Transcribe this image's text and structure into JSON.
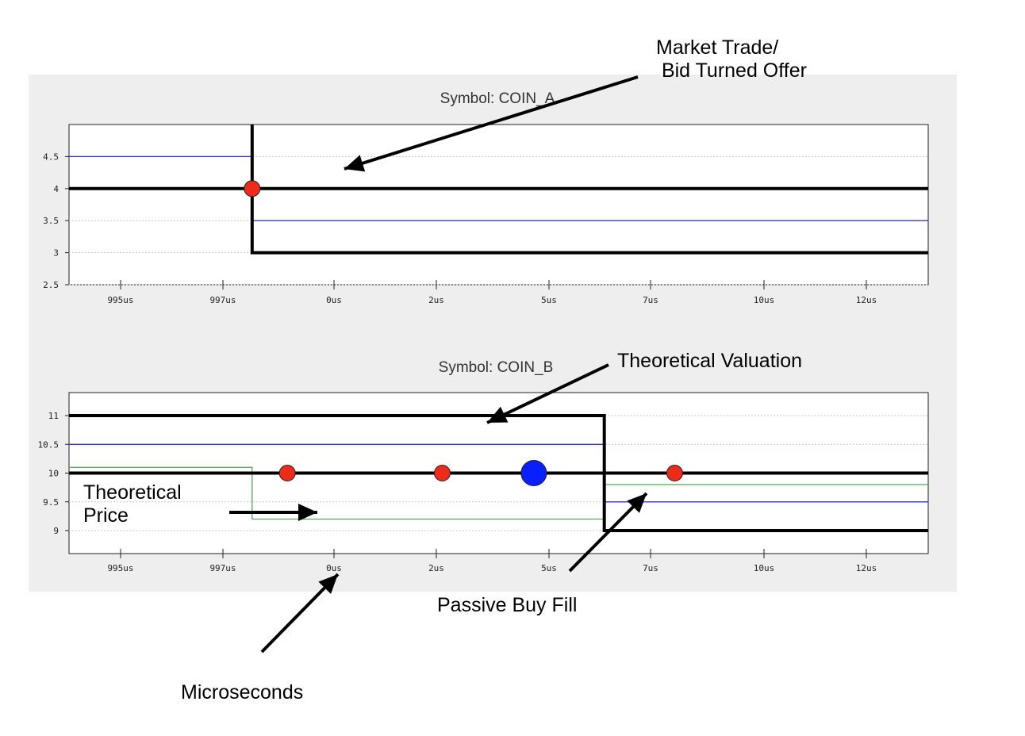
{
  "annotations": {
    "market_trade": "Market Trade/\n Bid Turned Offer",
    "theoretical_valuation": "Theoretical Valuation",
    "theoretical_price": "Theoretical\nPrice",
    "passive_buy_fill": "Passive Buy Fill",
    "microseconds": "Microseconds"
  },
  "colors": {
    "valuation": "#000000",
    "price": "#3333dd",
    "theo_price": "#55aa55",
    "trade_marker": "#ee2a1a",
    "fill_marker": "#0a1fff",
    "panel_bg": "#eeeeee"
  },
  "chart_data": [
    {
      "type": "line",
      "title": "Symbol: COIN_A",
      "xlabel": "",
      "ylabel": "",
      "x_tick_labels": [
        "995us",
        "997us",
        "0us",
        "2us",
        "5us",
        "7us",
        "10us",
        "12us"
      ],
      "y_ticks": [
        "2.5",
        "3",
        "3.5",
        "4",
        "4.5"
      ],
      "ylim": [
        2.5,
        5
      ],
      "grid": true,
      "series": [
        {
          "style": "thick-black",
          "segments": [
            [
              [
                -5.2,
                4
              ],
              [
                19.2,
                4
              ]
            ],
            [
              [
                0,
                5
              ],
              [
                0,
                3
              ],
              [
                19.2,
                3
              ]
            ]
          ]
        },
        {
          "style": "thin-blue",
          "segments": [
            [
              [
                -5.2,
                4.5
              ],
              [
                0,
                4.5
              ],
              [
                0,
                3.5
              ],
              [
                19.2,
                3.5
              ]
            ]
          ]
        }
      ],
      "markers": [
        {
          "x": 0,
          "y": 4,
          "kind": "trade"
        }
      ]
    },
    {
      "type": "line",
      "title": "Symbol: COIN_B",
      "xlabel": "",
      "ylabel": "",
      "x_tick_labels": [
        "995us",
        "997us",
        "0us",
        "2us",
        "5us",
        "7us",
        "10us",
        "12us"
      ],
      "y_ticks": [
        "9",
        "9.5",
        "10",
        "10.5",
        "11"
      ],
      "ylim": [
        8.6,
        11.4
      ],
      "grid": true,
      "series": [
        {
          "style": "thick-black",
          "segments": [
            [
              [
                -5.2,
                11
              ],
              [
                10,
                11
              ],
              [
                10,
                9
              ],
              [
                19.2,
                9
              ]
            ],
            [
              [
                -5.2,
                10
              ],
              [
                19.2,
                10
              ]
            ]
          ]
        },
        {
          "style": "thin-blue",
          "segments": [
            [
              [
                -5.2,
                10.5
              ],
              [
                10,
                10.5
              ],
              [
                10,
                9.5
              ],
              [
                19.2,
                9.5
              ]
            ]
          ]
        },
        {
          "style": "thin-green",
          "segments": [
            [
              [
                -5.2,
                10.1
              ],
              [
                0,
                10.1
              ],
              [
                0,
                9.2
              ],
              [
                10,
                9.2
              ],
              [
                10,
                9.8
              ],
              [
                19.2,
                9.8
              ]
            ]
          ]
        }
      ],
      "markers": [
        {
          "x": 1,
          "y": 10,
          "kind": "trade"
        },
        {
          "x": 5.4,
          "y": 10,
          "kind": "trade"
        },
        {
          "x": 8,
          "y": 10,
          "kind": "fill"
        },
        {
          "x": 12,
          "y": 10,
          "kind": "trade"
        }
      ]
    }
  ]
}
